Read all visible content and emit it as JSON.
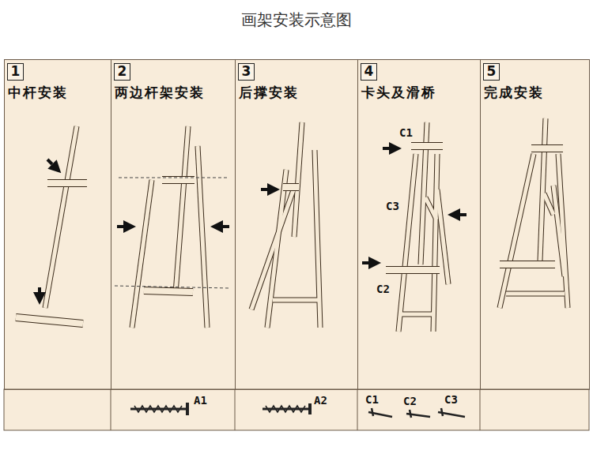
{
  "diagram": {
    "title": "画架安装示意图",
    "nodes": [
      {
        "text": [
          "中杆安装"
        ]
      },
      {
        "text": [
          "1"
        ],
        "in": 0
      },
      {
        "text": [
          "两边杆架安装"
        ]
      },
      {
        "text": [
          "2"
        ],
        "in": 2
      },
      {
        "text": [
          "后撑安装"
        ]
      },
      {
        "text": [
          "3"
        ],
        "in": 4
      },
      {
        "text": [
          "卡头及滑桥"
        ]
      },
      {
        "text": [
          "4"
        ],
        "in": 6
      },
      {
        "text": [
          "完成安装"
        ]
      },
      {
        "text": [
          "5"
        ],
        "in": 8
      }
    ],
    "labels": [
      "C1",
      "C3",
      "C2",
      "A1",
      "A2",
      "C1",
      "C2",
      "C3"
    ]
  }
}
